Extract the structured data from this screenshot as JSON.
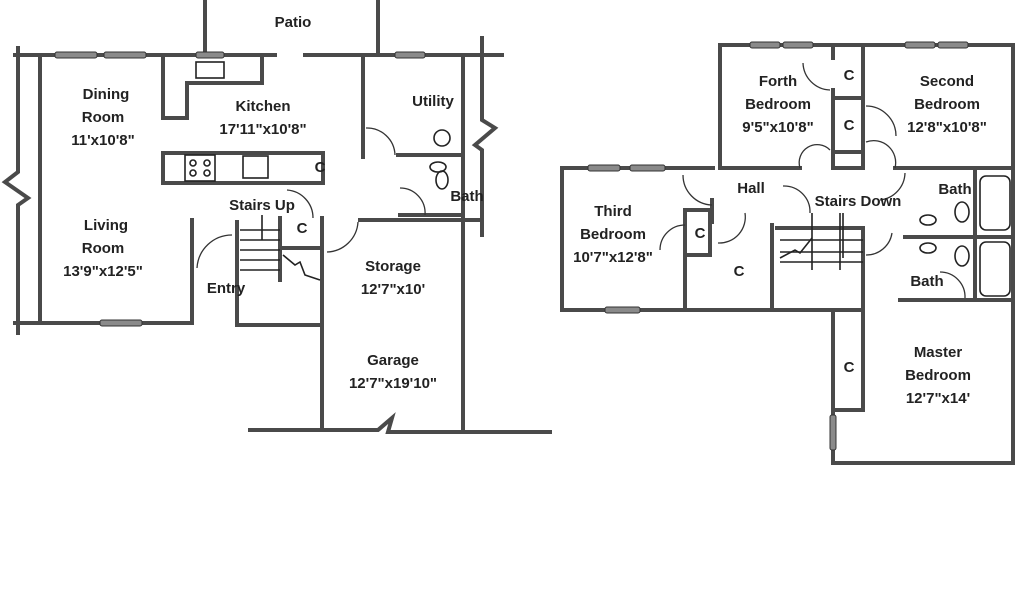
{
  "first_floor": {
    "patio": "Patio",
    "dining": {
      "name1": "Dining",
      "name2": "Room",
      "size": "11'x10'8\""
    },
    "kitchen": {
      "name": "Kitchen",
      "size": "17'11\"x10'8\""
    },
    "utility": "Utility",
    "bath": "Bath",
    "living": {
      "name1": "Living",
      "name2": "Room",
      "size": "13'9\"x12'5\""
    },
    "stairs": "Stairs Up",
    "entry": "Entry",
    "closet_kitchen": "C",
    "closet_stairs": "C",
    "storage": {
      "name": "Storage",
      "size": "12'7\"x10'"
    },
    "garage": {
      "name": "Garage",
      "size": "12'7\"x19'10\""
    }
  },
  "second_floor": {
    "forth": {
      "name1": "Forth",
      "name2": "Bedroom",
      "size": "9'5\"x10'8\""
    },
    "second": {
      "name1": "Second",
      "name2": "Bedroom",
      "size": "12'8\"x10'8\""
    },
    "third": {
      "name1": "Third",
      "name2": "Bedroom",
      "size": "10'7\"x12'8\""
    },
    "master": {
      "name1": "Master",
      "name2": "Bedroom",
      "size": "12'7\"x14'"
    },
    "hall": "Hall",
    "stairs": "Stairs Down",
    "bath1": "Bath",
    "bath2": "Bath",
    "closets": [
      "C",
      "C",
      "C",
      "C",
      "C"
    ]
  }
}
